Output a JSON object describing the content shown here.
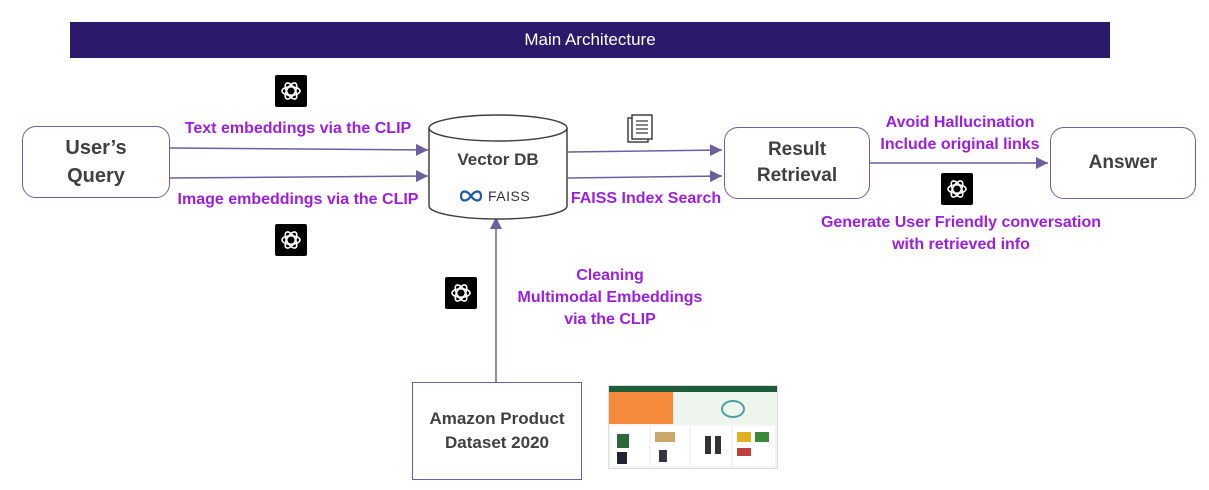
{
  "banner": "Main Architecture",
  "nodes": {
    "user_query": "User’s\nQuery",
    "vector_db": "Vector DB",
    "faiss_logo": "FAISS",
    "result_retrieval": "Result\nRetrieval",
    "answer": "Answer",
    "dataset": "Amazon Product\nDataset 2020"
  },
  "edges": {
    "text_embeddings": "Text embeddings via the CLIP",
    "image_embeddings": "Image embeddings via the CLIP",
    "faiss_search": "FAISS Index Search",
    "avoid": "Avoid Hallucination\nInclude original links",
    "generate": "Generate User Friendly conversation\nwith retrieved info",
    "cleaning": "Cleaning\nMultimodal Embeddings\nvia the CLIP"
  },
  "icons": {
    "openai": "openai-logo-icon",
    "document": "document-icon",
    "dataset_preview": "amazon-site-thumbnail"
  },
  "colors": {
    "banner": "#2b1a6b",
    "label": "#9b1fe0",
    "edge": "#6b5fa0",
    "faiss": "#1a5aa8"
  }
}
